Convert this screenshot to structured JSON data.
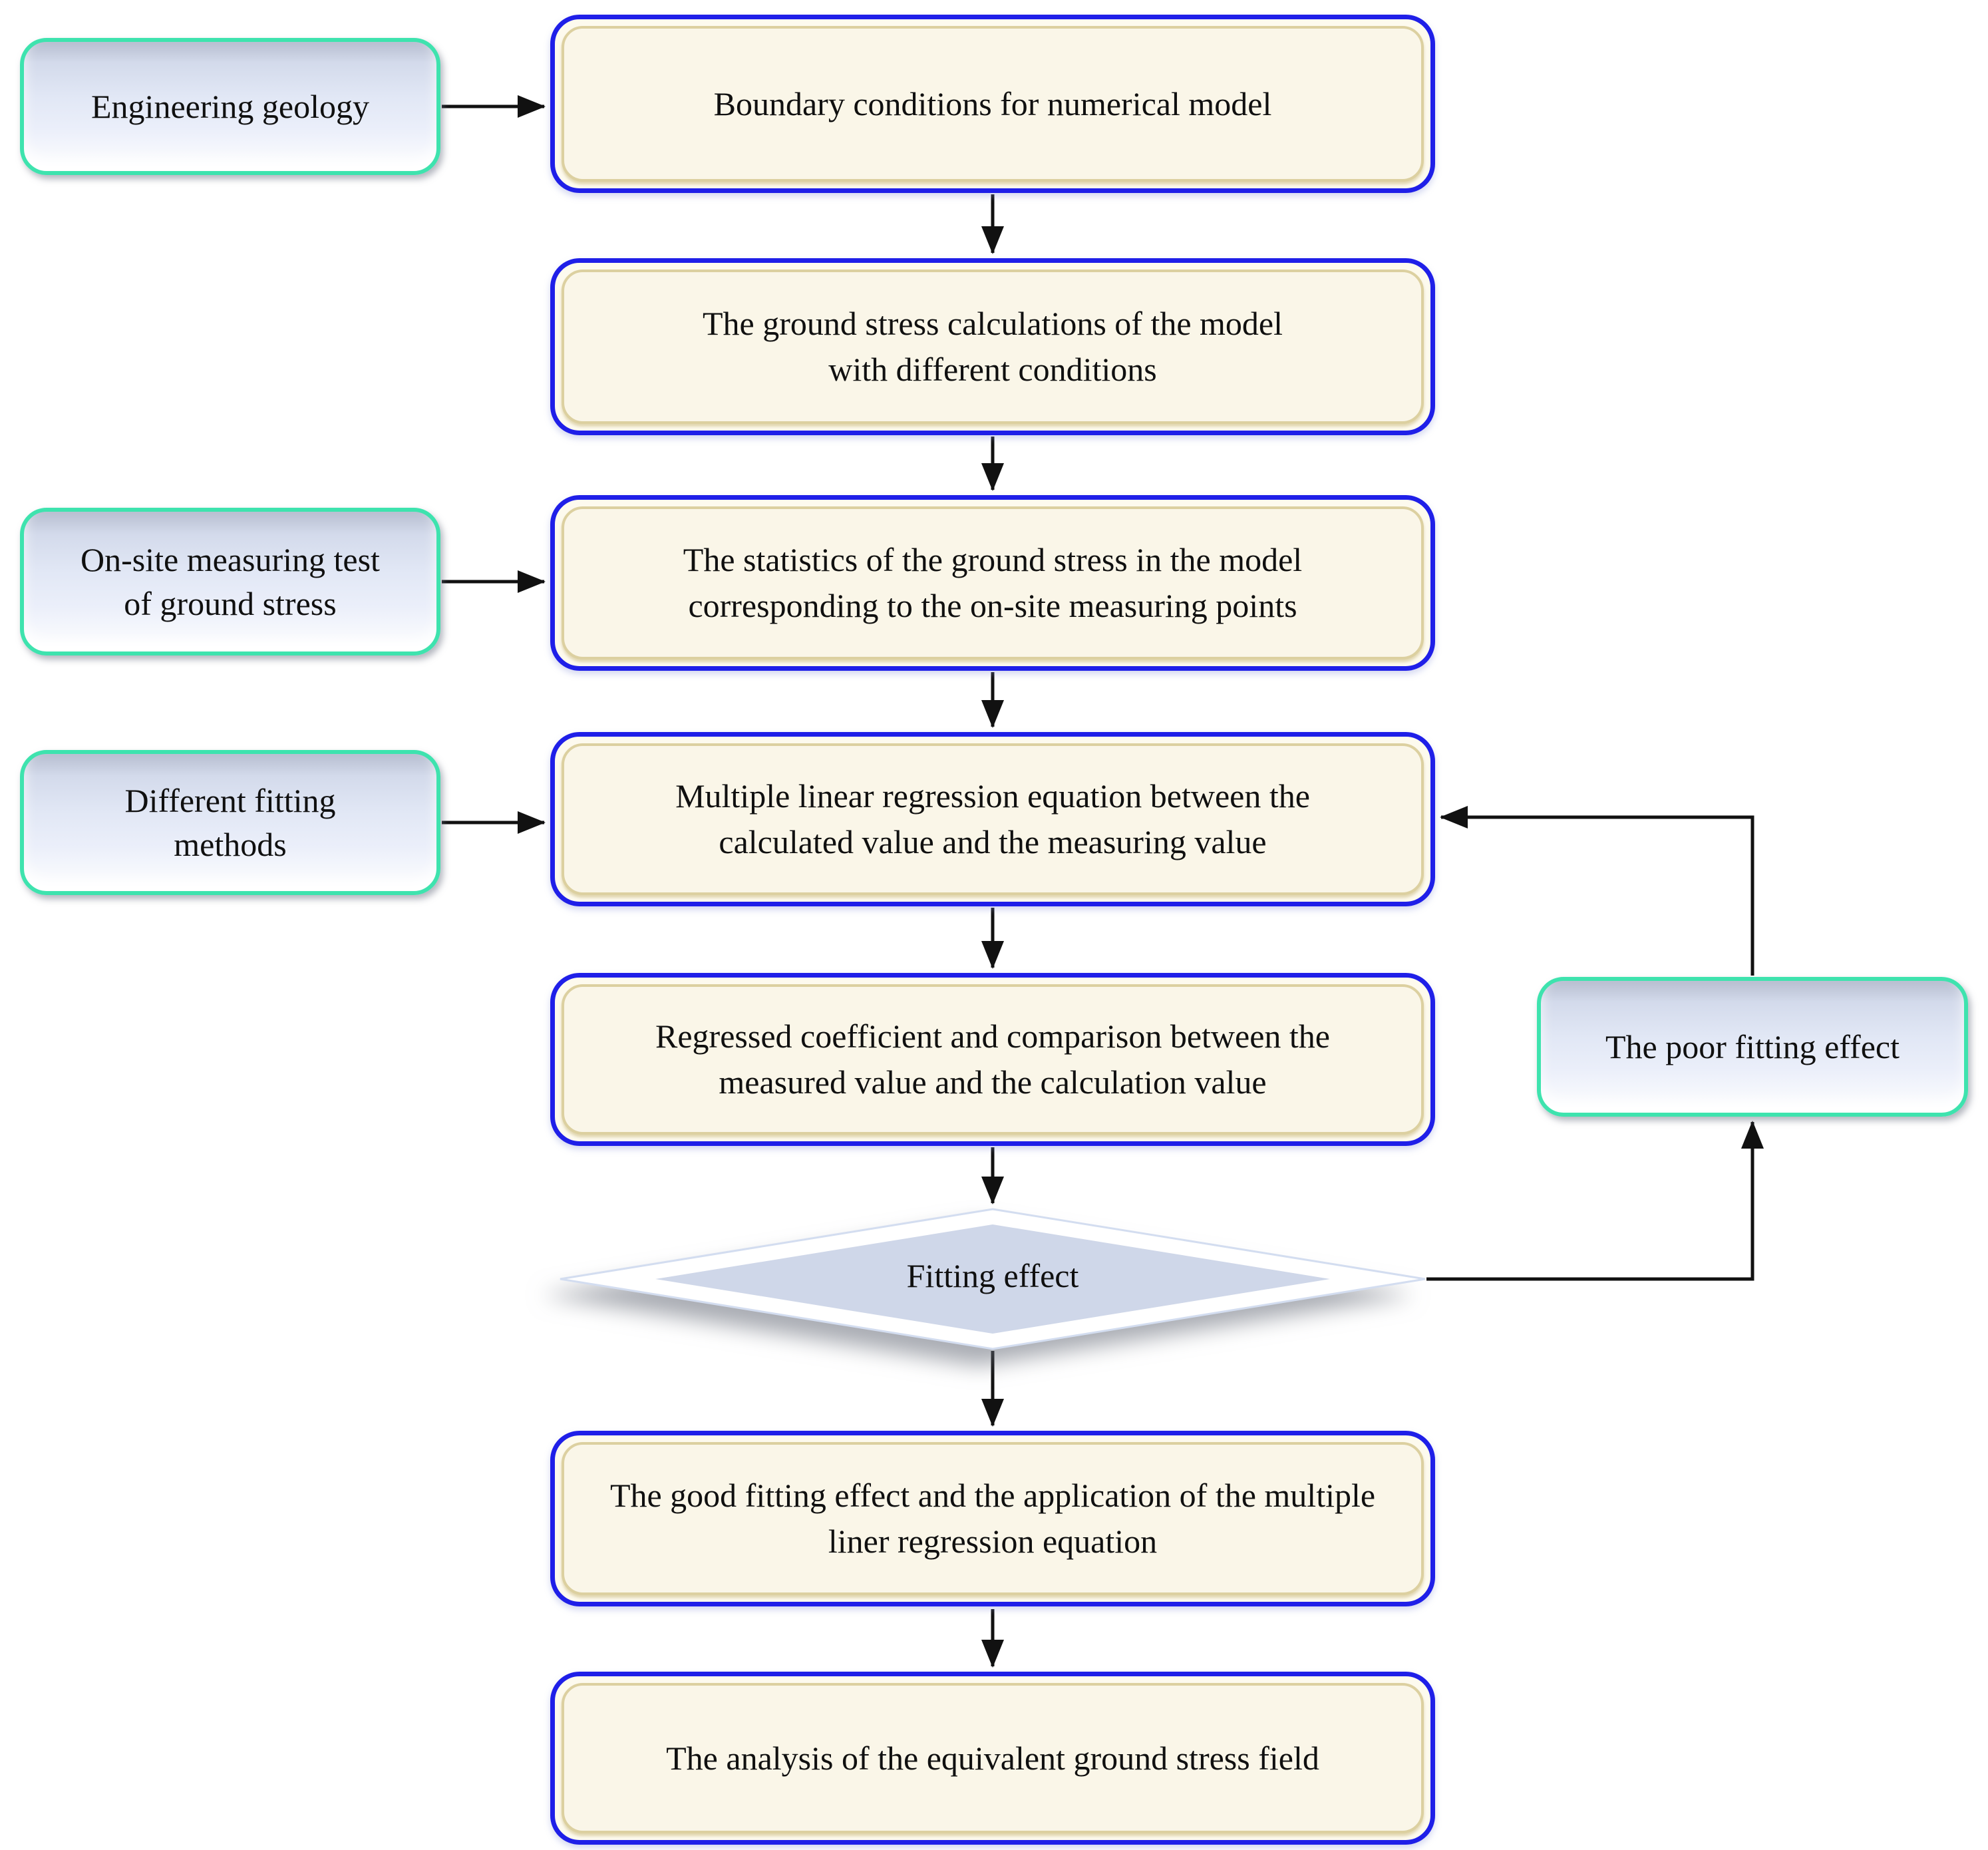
{
  "figure": {
    "type": "flowchart",
    "title": "Equivalent ground stress field regression workflow"
  },
  "nodes": {
    "engineering_geology": {
      "label": "Engineering geology",
      "shape": "side-input"
    },
    "boundary_conditions": {
      "label": "Boundary conditions for numerical model",
      "shape": "process"
    },
    "ground_stress_calculations": {
      "label": "The ground stress calculations of the model with different conditions",
      "shape": "process"
    },
    "onsite_measuring": {
      "label": "On-site measuring test of ground stress",
      "shape": "side-input"
    },
    "statistics": {
      "label": "The statistics of the ground stress in the model corresponding to the on-site measuring points",
      "shape": "process"
    },
    "different_fitting": {
      "label": "Different fitting methods",
      "shape": "side-input"
    },
    "regression_equation": {
      "label": "Multiple linear regression equation between the calculated value and the measuring value",
      "shape": "process"
    },
    "regressed_coefficient": {
      "label": "Regressed coefficient and comparison between the measured value and the calculation value",
      "shape": "process"
    },
    "fitting_effect": {
      "label": "Fitting effect",
      "shape": "decision"
    },
    "poor_fitting": {
      "label": "The poor fitting effect",
      "shape": "side-feedback"
    },
    "good_fitting": {
      "label": "The good fitting effect and the application of the multiple liner regression equation",
      "shape": "process"
    },
    "analysis": {
      "label": "The analysis of the equivalent ground stress field",
      "shape": "process"
    }
  },
  "edges": [
    {
      "from": "engineering_geology",
      "to": "boundary_conditions"
    },
    {
      "from": "boundary_conditions",
      "to": "ground_stress_calculations"
    },
    {
      "from": "ground_stress_calculations",
      "to": "statistics"
    },
    {
      "from": "onsite_measuring",
      "to": "statistics"
    },
    {
      "from": "statistics",
      "to": "regression_equation"
    },
    {
      "from": "different_fitting",
      "to": "regression_equation"
    },
    {
      "from": "regression_equation",
      "to": "regressed_coefficient"
    },
    {
      "from": "regressed_coefficient",
      "to": "fitting_effect"
    },
    {
      "from": "fitting_effect",
      "to": "good_fitting"
    },
    {
      "from": "fitting_effect",
      "to": "poor_fitting"
    },
    {
      "from": "poor_fitting",
      "to": "regression_equation"
    },
    {
      "from": "good_fitting",
      "to": "analysis"
    }
  ],
  "colors": {
    "main_box_border": "#1f1fe8",
    "main_box_inner_border": "#dcd0a0",
    "main_box_fill": "#faf6e8",
    "side_box_border": "#3ee3ae",
    "diamond_fill": "#cfd7e9",
    "diamond_edge": "#d3ddf0",
    "arrow_color": "#111111",
    "text_color": "#101010",
    "background": "#ffffff"
  }
}
